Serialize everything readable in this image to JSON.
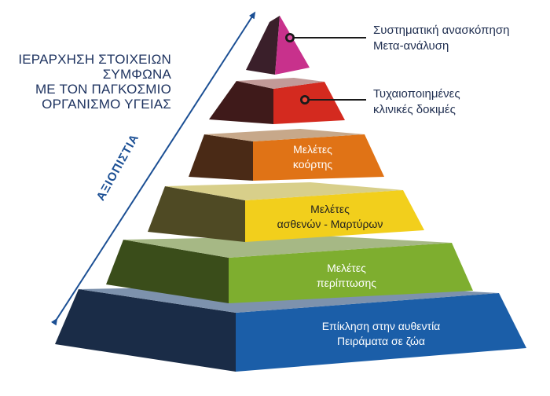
{
  "title_lines": [
    "ΙΕΡΑΡΧΗΣΗ ΣΤΟΙΧΕΙΩΝ",
    "ΣΥΜΦΩΝΑ",
    "ΜΕ ΤΟΝ ΠΑΓΚΟΣΜΙΟ",
    "ΟΡΓΑΝΙΣΜΟ ΥΓΕΙΑΣ"
  ],
  "axis_label": "ΑΞΙΟΠΙΣΤΙΑ",
  "levels": [
    {
      "lines": [
        "Επίκληση στην αυθεντία",
        "Πειράματα σε ζώα"
      ],
      "color": "#1b5ea8"
    },
    {
      "lines": [
        "Μελέτες",
        "περίπτωσης"
      ],
      "color": "#7eae2f"
    },
    {
      "lines": [
        "Μελέτες",
        "ασθενών - Μαρτύρων"
      ],
      "color": "#f2cf1c"
    },
    {
      "lines": [
        "Μελέτες",
        "κοόρτης"
      ],
      "color": "#e07316"
    },
    {
      "lines": [
        "Τυχαιοποιημένες",
        "κλινικές δοκιμές"
      ],
      "color": "#d42a1f"
    },
    {
      "lines": [
        "Συστηματική ανασκόπηση",
        "Μετα-ανάλυση"
      ],
      "color": "#c8318c"
    }
  ]
}
